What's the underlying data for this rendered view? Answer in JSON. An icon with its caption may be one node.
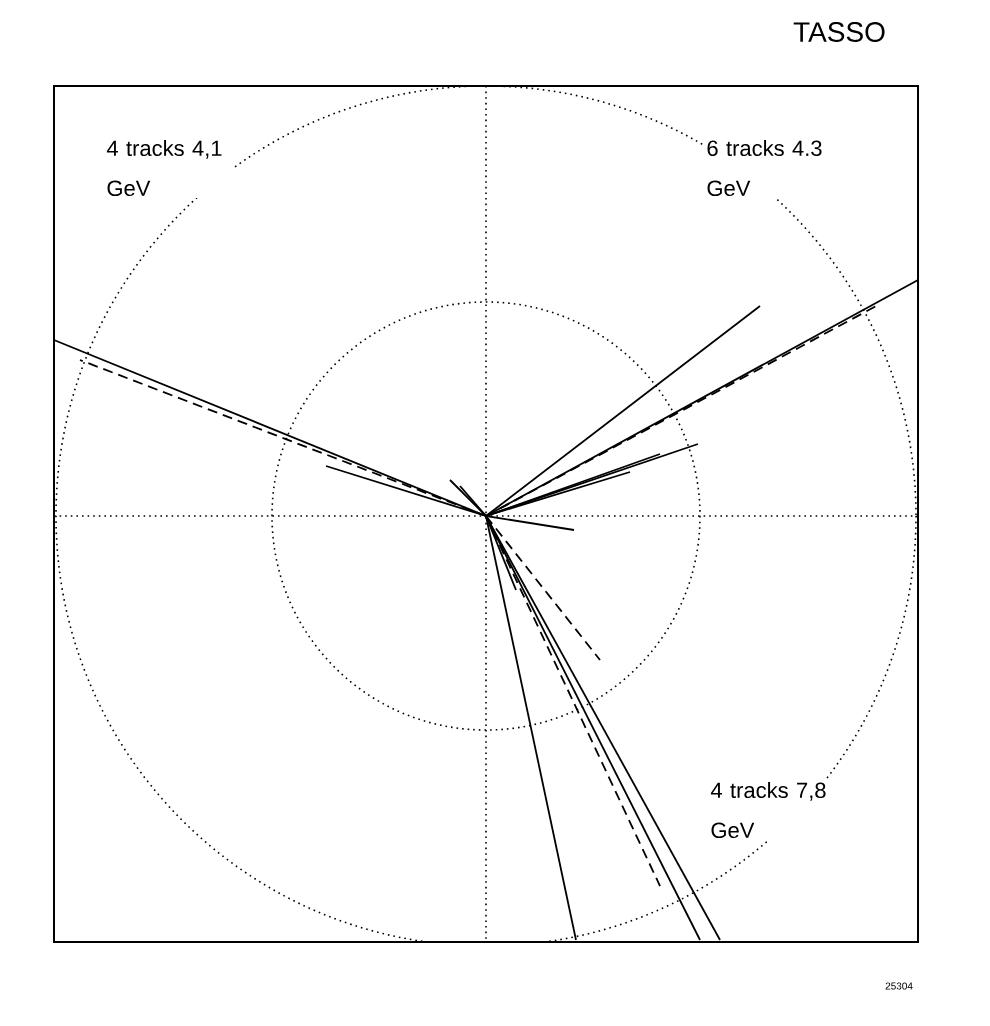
{
  "diagram": {
    "title": "TASSO",
    "labels": [
      "4 tracks 4,1 GeV",
      "6 tracks 4.3 GeV",
      "4 tracks 7,8 GeV",
      "25304"
    ]
  }
}
